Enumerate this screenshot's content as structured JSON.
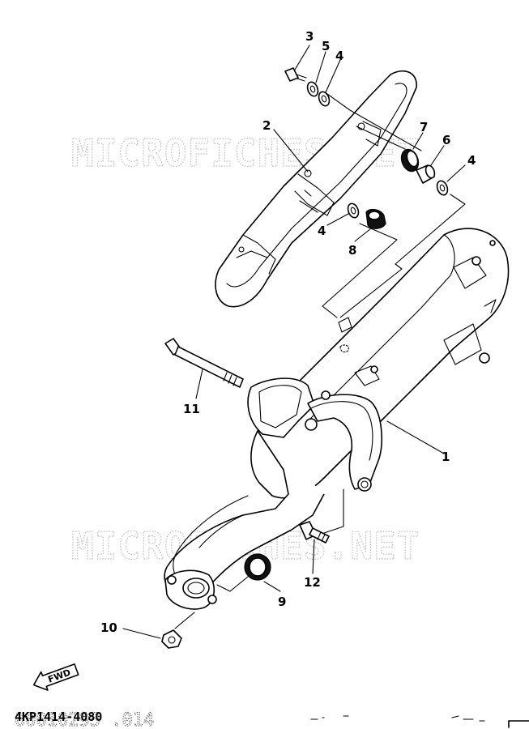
{
  "watermark": "MICROFICHES.NET",
  "fwd_label": "FWD",
  "diagram_code": "4KP1414-4080",
  "scan_code": "00010295 .014",
  "callouts": {
    "c1": "1",
    "c2": "2",
    "c3": "3",
    "c4a": "4",
    "c4b": "4",
    "c4c": "4",
    "c5": "5",
    "c6": "6",
    "c7": "7",
    "c8": "8",
    "c9": "9",
    "c10": "10",
    "c11": "11",
    "c12": "12"
  }
}
